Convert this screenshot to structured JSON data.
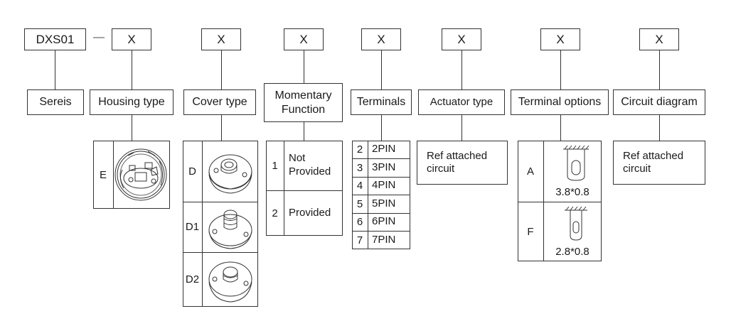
{
  "header": {
    "series_code": "DXS01",
    "dash": "—",
    "placeholders": [
      "X",
      "X",
      "X",
      "X",
      "X",
      "X",
      "X"
    ]
  },
  "labels": {
    "series": "Sereis",
    "housing": "Housing type",
    "cover": "Cover type",
    "momentary_line1": "Momentary",
    "momentary_line2": "Function",
    "terminals": "Terminals",
    "actuator": "Actuator type",
    "terminal_options": "Terminal options",
    "circuit": "Circuit diagram"
  },
  "housing": {
    "code": "E"
  },
  "cover": {
    "codes": [
      "D",
      "D1",
      "D2"
    ]
  },
  "momentary": {
    "rows": [
      {
        "code": "1",
        "line1": "Not",
        "line2": "Provided"
      },
      {
        "code": "2",
        "line1": "Provided",
        "line2": ""
      }
    ]
  },
  "terminals": {
    "rows": [
      {
        "code": "2",
        "label": "2PIN"
      },
      {
        "code": "3",
        "label": "3PIN"
      },
      {
        "code": "4",
        "label": "4PIN"
      },
      {
        "code": "5",
        "label": "5PIN"
      },
      {
        "code": "6",
        "label": "6PIN"
      },
      {
        "code": "7",
        "label": "7PIN"
      }
    ]
  },
  "actuator": {
    "note_line1": "Ref attached",
    "note_line2": "circuit"
  },
  "terminal_options": {
    "rows": [
      {
        "code": "A",
        "size": "3.8*0.8"
      },
      {
        "code": "F",
        "size": "2.8*0.8"
      }
    ]
  },
  "circuit": {
    "note_line1": "Ref attached",
    "note_line2": "circuit"
  }
}
